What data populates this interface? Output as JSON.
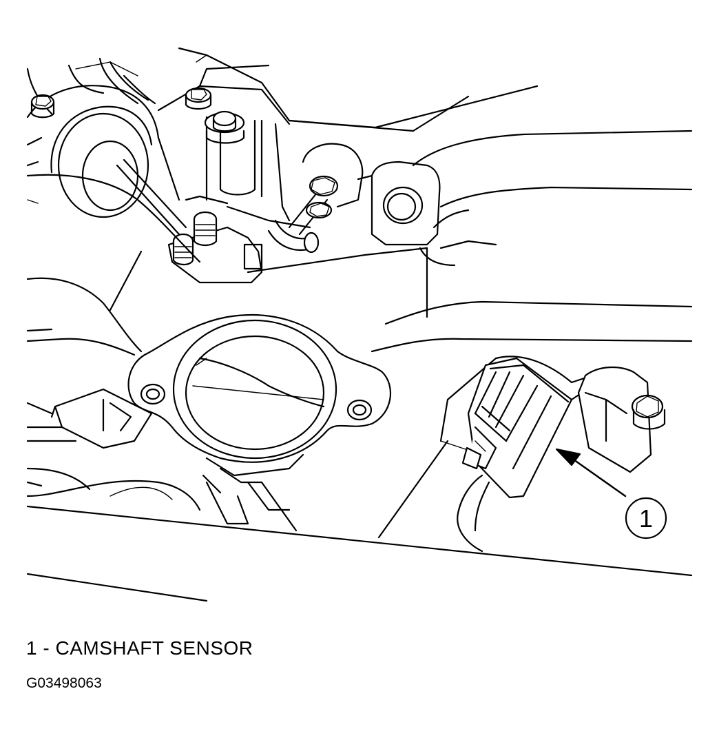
{
  "diagram": {
    "callout": {
      "number": "1"
    },
    "legend": {
      "items": [
        {
          "number": "1",
          "separator": " - ",
          "label": "CAMSHAFT SENSOR"
        }
      ]
    },
    "figure_id": "G03498063"
  }
}
